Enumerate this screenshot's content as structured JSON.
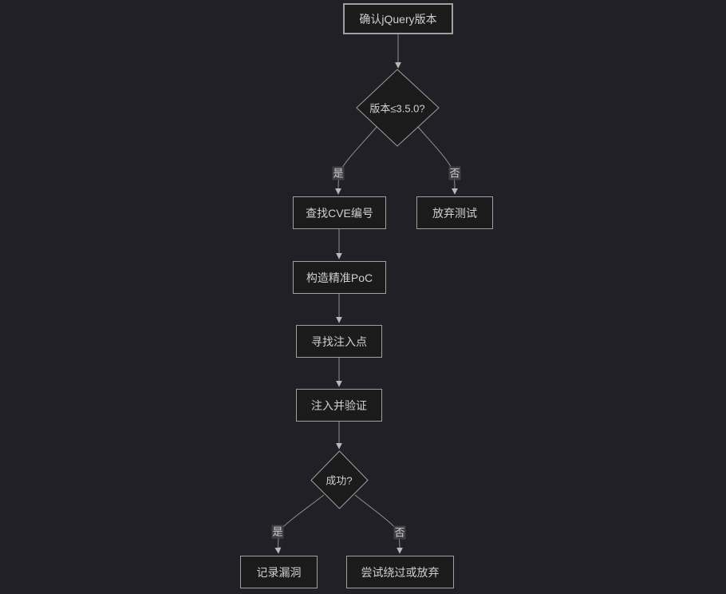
{
  "diagram": {
    "type": "flowchart",
    "direction": "top-down",
    "nodes": [
      {
        "id": "confirm-jquery-version",
        "shape": "rect",
        "label": "确认jQuery版本"
      },
      {
        "id": "version-check",
        "shape": "diamond",
        "label": "版本≤3.5.0?"
      },
      {
        "id": "find-cve",
        "shape": "rect",
        "label": "查找CVE编号"
      },
      {
        "id": "abandon-test",
        "shape": "rect",
        "label": "放弃测试"
      },
      {
        "id": "build-poc",
        "shape": "rect",
        "label": "构造精准PoC"
      },
      {
        "id": "find-injection-point",
        "shape": "rect",
        "label": "寻找注入点"
      },
      {
        "id": "inject-and-verify",
        "shape": "rect",
        "label": "注入并验证"
      },
      {
        "id": "success-check",
        "shape": "diamond",
        "label": "成功?"
      },
      {
        "id": "record-vulnerability",
        "shape": "rect",
        "label": "记录漏洞"
      },
      {
        "id": "try-bypass-or-abandon",
        "shape": "rect",
        "label": "尝试绕过或放弃"
      }
    ],
    "edges": [
      {
        "from": "confirm-jquery-version",
        "to": "version-check",
        "label": ""
      },
      {
        "from": "version-check",
        "to": "find-cve",
        "label": "是"
      },
      {
        "from": "version-check",
        "to": "abandon-test",
        "label": "否"
      },
      {
        "from": "find-cve",
        "to": "build-poc",
        "label": ""
      },
      {
        "from": "build-poc",
        "to": "find-injection-point",
        "label": ""
      },
      {
        "from": "find-injection-point",
        "to": "inject-and-verify",
        "label": ""
      },
      {
        "from": "inject-and-verify",
        "to": "success-check",
        "label": ""
      },
      {
        "from": "success-check",
        "to": "record-vulnerability",
        "label": "是"
      },
      {
        "from": "success-check",
        "to": "try-bypass-or-abandon",
        "label": "否"
      }
    ],
    "colors": {
      "background": "#202026",
      "node_fill": "#1b1b1c",
      "node_border": "#a0a0a0",
      "node_text": "#cfd0d2",
      "edge_line": "#909090",
      "arrowhead": "#b8b8b8",
      "edge_label_bg": "#3f3f44"
    }
  }
}
